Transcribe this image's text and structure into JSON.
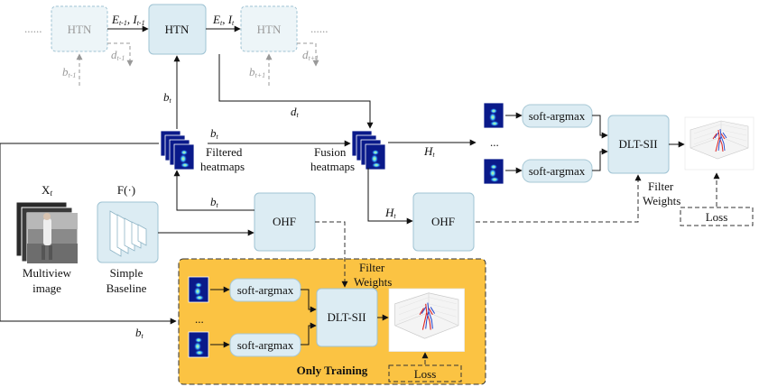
{
  "nodes": {
    "htn_prev": "HTN",
    "htn_main": "HTN",
    "htn_next": "HTN",
    "ohf_left": "OHF",
    "ohf_right": "OHF",
    "dlt_top": "DLT-SII",
    "dlt_bottom": "DLT-SII",
    "sa_top1": "soft-argmax",
    "sa_top2": "soft-argmax",
    "sa_bot1": "soft-argmax",
    "sa_bot2": "soft-argmax",
    "loss_top": "Loss",
    "loss_bottom": "Loss",
    "dots_left": "......",
    "dots_right": "......",
    "ellipsis_top": "...",
    "ellipsis_bot": "..."
  },
  "labels": {
    "e_prev": "E",
    "e_prev_sub": "t-1",
    "i_prev": "I",
    "i_prev_sub": "t-1",
    "e_t": "E",
    "e_t_sub": "t",
    "i_t": "I",
    "i_t_sub": "t",
    "b_prev": "b",
    "b_prev_sub": "t-1",
    "d_prev": "d",
    "d_prev_sub": "t-1",
    "b_next": "b",
    "b_next_sub": "t+1",
    "d_next": "d",
    "d_next_sub": "t+1",
    "b_t_vert": "b",
    "b_t_vert_sub": "t",
    "d_t": "d",
    "d_t_sub": "t",
    "b_t_mid": "b",
    "b_t_mid_sub": "t",
    "b_t_ohf": "b",
    "b_t_ohf_sub": "t",
    "b_t_bottom": "b",
    "b_t_bottom_sub": "t",
    "h_t_top": "H",
    "h_t_top_sub": "t",
    "h_t_low": "H",
    "h_t_low_sub": "t",
    "x_t": "X",
    "x_t_sub": "t",
    "f_func": "F(·)",
    "filtered_1": "Filtered",
    "filtered_2": "heatmaps",
    "fusion_1": "Fusion",
    "fusion_2": "heatmaps",
    "multiview_1": "Multiview",
    "multiview_2": "image",
    "simple_1": "Simple",
    "simple_2": "Baseline",
    "fw_top_1": "Filter",
    "fw_top_2": "Weights",
    "fw_bot_1": "Filter",
    "fw_bot_2": "Weights",
    "only_training": "Only Training"
  },
  "colors": {
    "box_fill": "#dcecf3",
    "box_stroke": "#9fc3d3",
    "training_panel": "#fbc343",
    "heatmap_bg": "#0a1a8a",
    "heatmap_blob": "#4ad0ff"
  }
}
